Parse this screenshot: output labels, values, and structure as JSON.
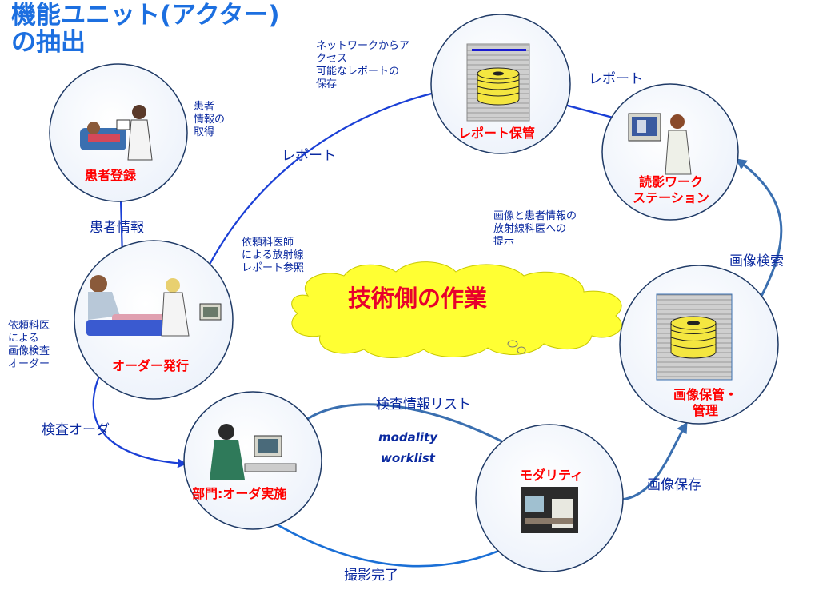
{
  "title": {
    "line1": "機能ユニット(アクター)",
    "line2": "の抽出"
  },
  "nodes": {
    "patient_reg": "患者登録",
    "order_issue": "オーダー発行",
    "dept_order": "部門:オーダ実施",
    "modality": "モダリティ",
    "image_store_line1": "画像保管・",
    "image_store_line2": "管理",
    "reading_ws_line1": "読影ワーク",
    "reading_ws_line2": "ステーション",
    "report_store": "レポート保管"
  },
  "edge_labels": {
    "patient_info": "患者情報",
    "exam_order": "検査オーダ",
    "worklist": "検査情報リスト",
    "modality_worklist_1": "modality",
    "modality_worklist_2": "worklist",
    "image_save": "画像保存",
    "image_search": "画像検索",
    "report_right": "レポート",
    "report_left": "レポート",
    "exposure_done": "撮影完了"
  },
  "notes": {
    "patient_info_get": [
      "患者",
      "情報の",
      "取得"
    ],
    "requester_order": [
      "依頼科医",
      "による",
      "画像検査",
      "オーダー"
    ],
    "network_report": [
      "ネットワークからア",
      "クセス",
      "可能なレポートの",
      "保存"
    ],
    "radiology_report_ref": [
      "依頼科医師",
      "による放射線",
      "レポート参照"
    ],
    "image_presentation": [
      "画像と患者情報の",
      "放射線科医への",
      "提示"
    ]
  },
  "cloud": "技術側の作業",
  "colors": {
    "title": "#1c6fe0",
    "node_label": "#ff0000",
    "arrow": "#1a3fd6",
    "cloud_fill": "#ffff33",
    "cloud_text": "#e8002c"
  }
}
